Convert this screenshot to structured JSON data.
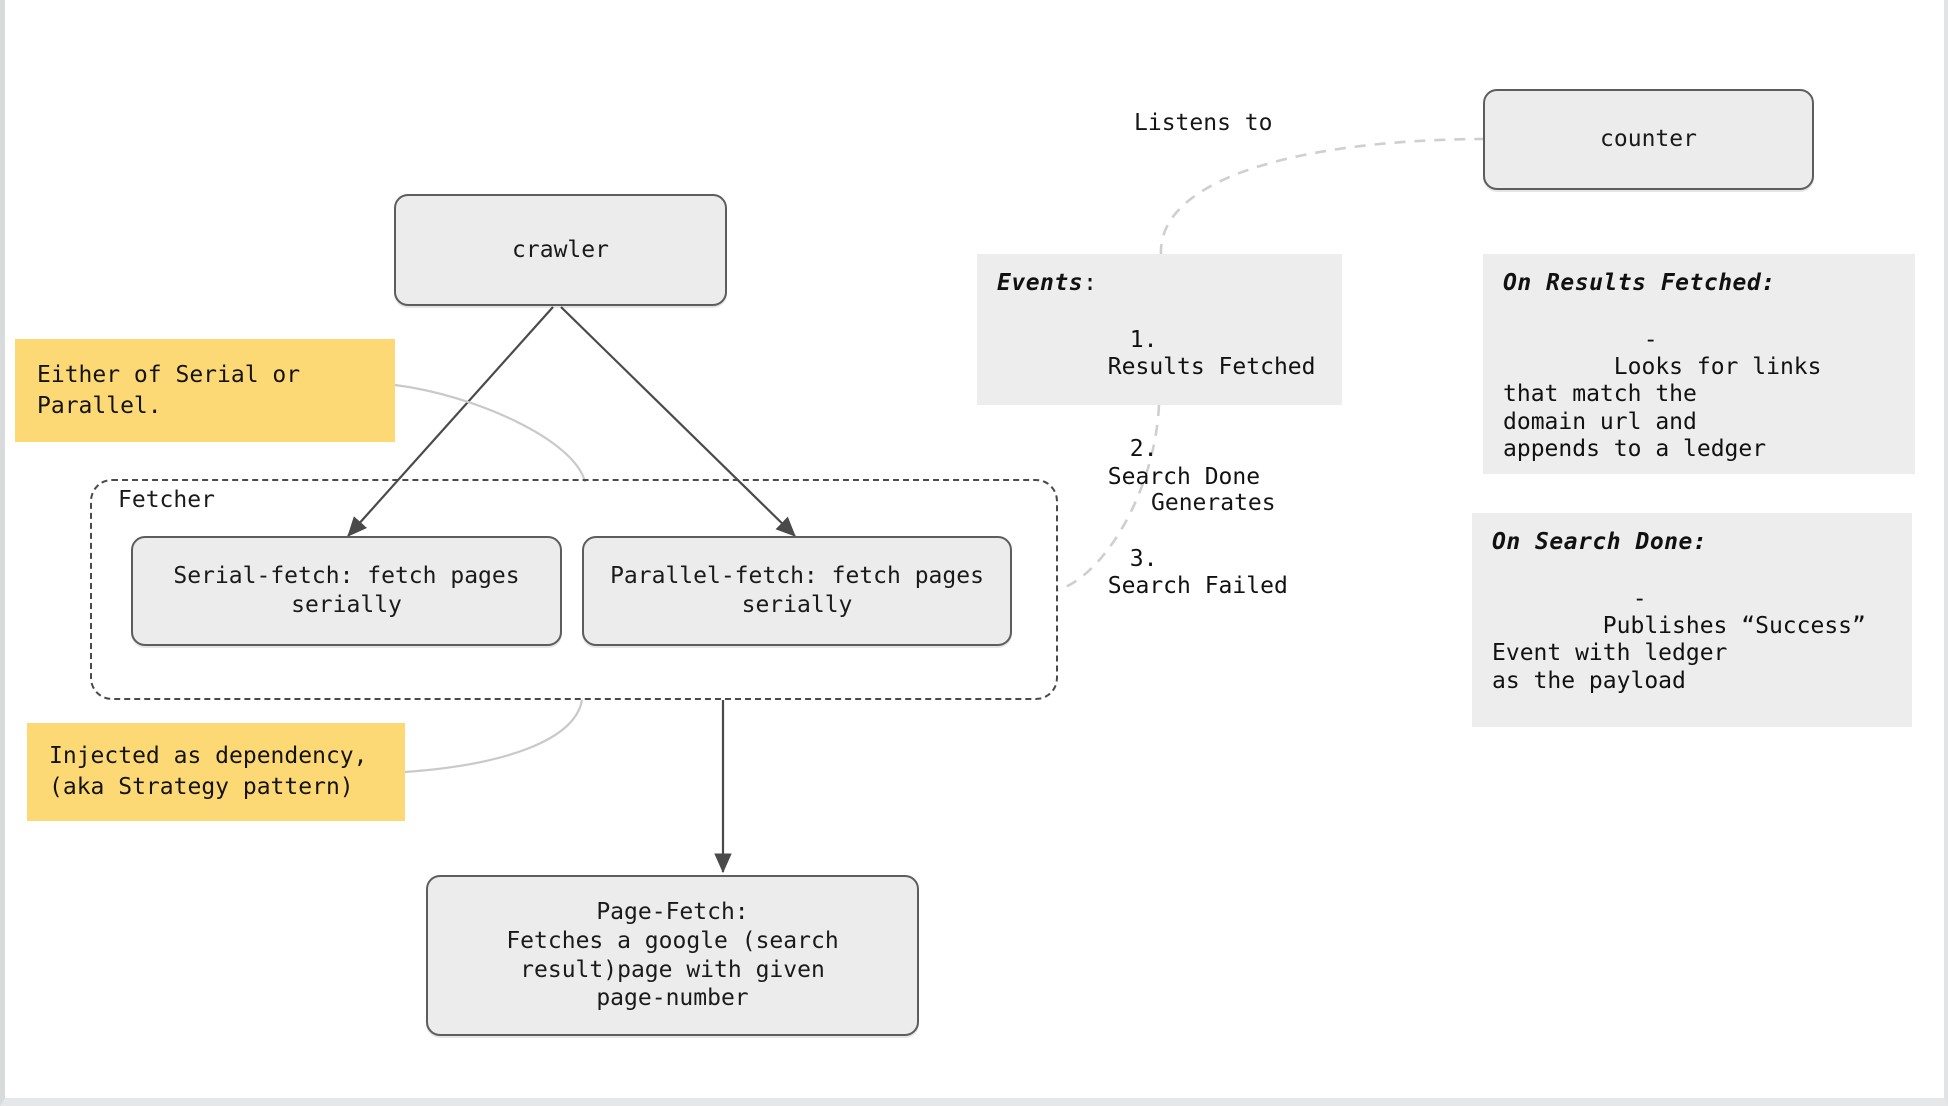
{
  "diagram": {
    "title": "Crawler architecture diagram",
    "colors": {
      "node_fill": "#ececec",
      "node_stroke": "#5d5d5d",
      "panel_fill": "#ededed",
      "note_fill": "#fcd974",
      "edge_solid": "#4a4a4a",
      "edge_dashed": "#cfcfcf",
      "canvas": "#ffffff"
    },
    "nodes": {
      "crawler": {
        "label": "crawler"
      },
      "counter": {
        "label": "counter"
      },
      "serial_fetch": {
        "label": "Serial-fetch: fetch pages serially"
      },
      "parallel_fetch": {
        "label": "Parallel-fetch: fetch pages serially"
      },
      "page_fetch": {
        "label": "Page-Fetch:\nFetches a google (search\nresult)page with given\npage-number"
      }
    },
    "group": {
      "fetcher": {
        "label": "Fetcher"
      }
    },
    "notes": {
      "strategy_choice": {
        "text": "Either of Serial or\nParallel."
      },
      "dependency_injection": {
        "text": "Injected as dependency,\n(aka Strategy pattern)"
      }
    },
    "panels": {
      "events": {
        "heading": "Events",
        "heading_suffix": ":",
        "items": [
          {
            "num": "1.",
            "label": "Results Fetched"
          },
          {
            "num": "2.",
            "label": "Search Done"
          },
          {
            "num": "3.",
            "label": "Search Failed"
          }
        ]
      },
      "on_results_fetched": {
        "heading": "On Results Fetched:",
        "bullets": [
          {
            "mark": "-",
            "text": "Looks for links\nthat match the\ndomain url and\nappends to a ledger"
          }
        ]
      },
      "on_search_done": {
        "heading": "On Search Done:",
        "bullets": [
          {
            "mark": "-",
            "text": "Publishes “Success”\nEvent with ledger\nas the payload"
          }
        ]
      }
    },
    "edge_labels": {
      "listens_to": "Listens to",
      "generates": "Generates"
    }
  }
}
